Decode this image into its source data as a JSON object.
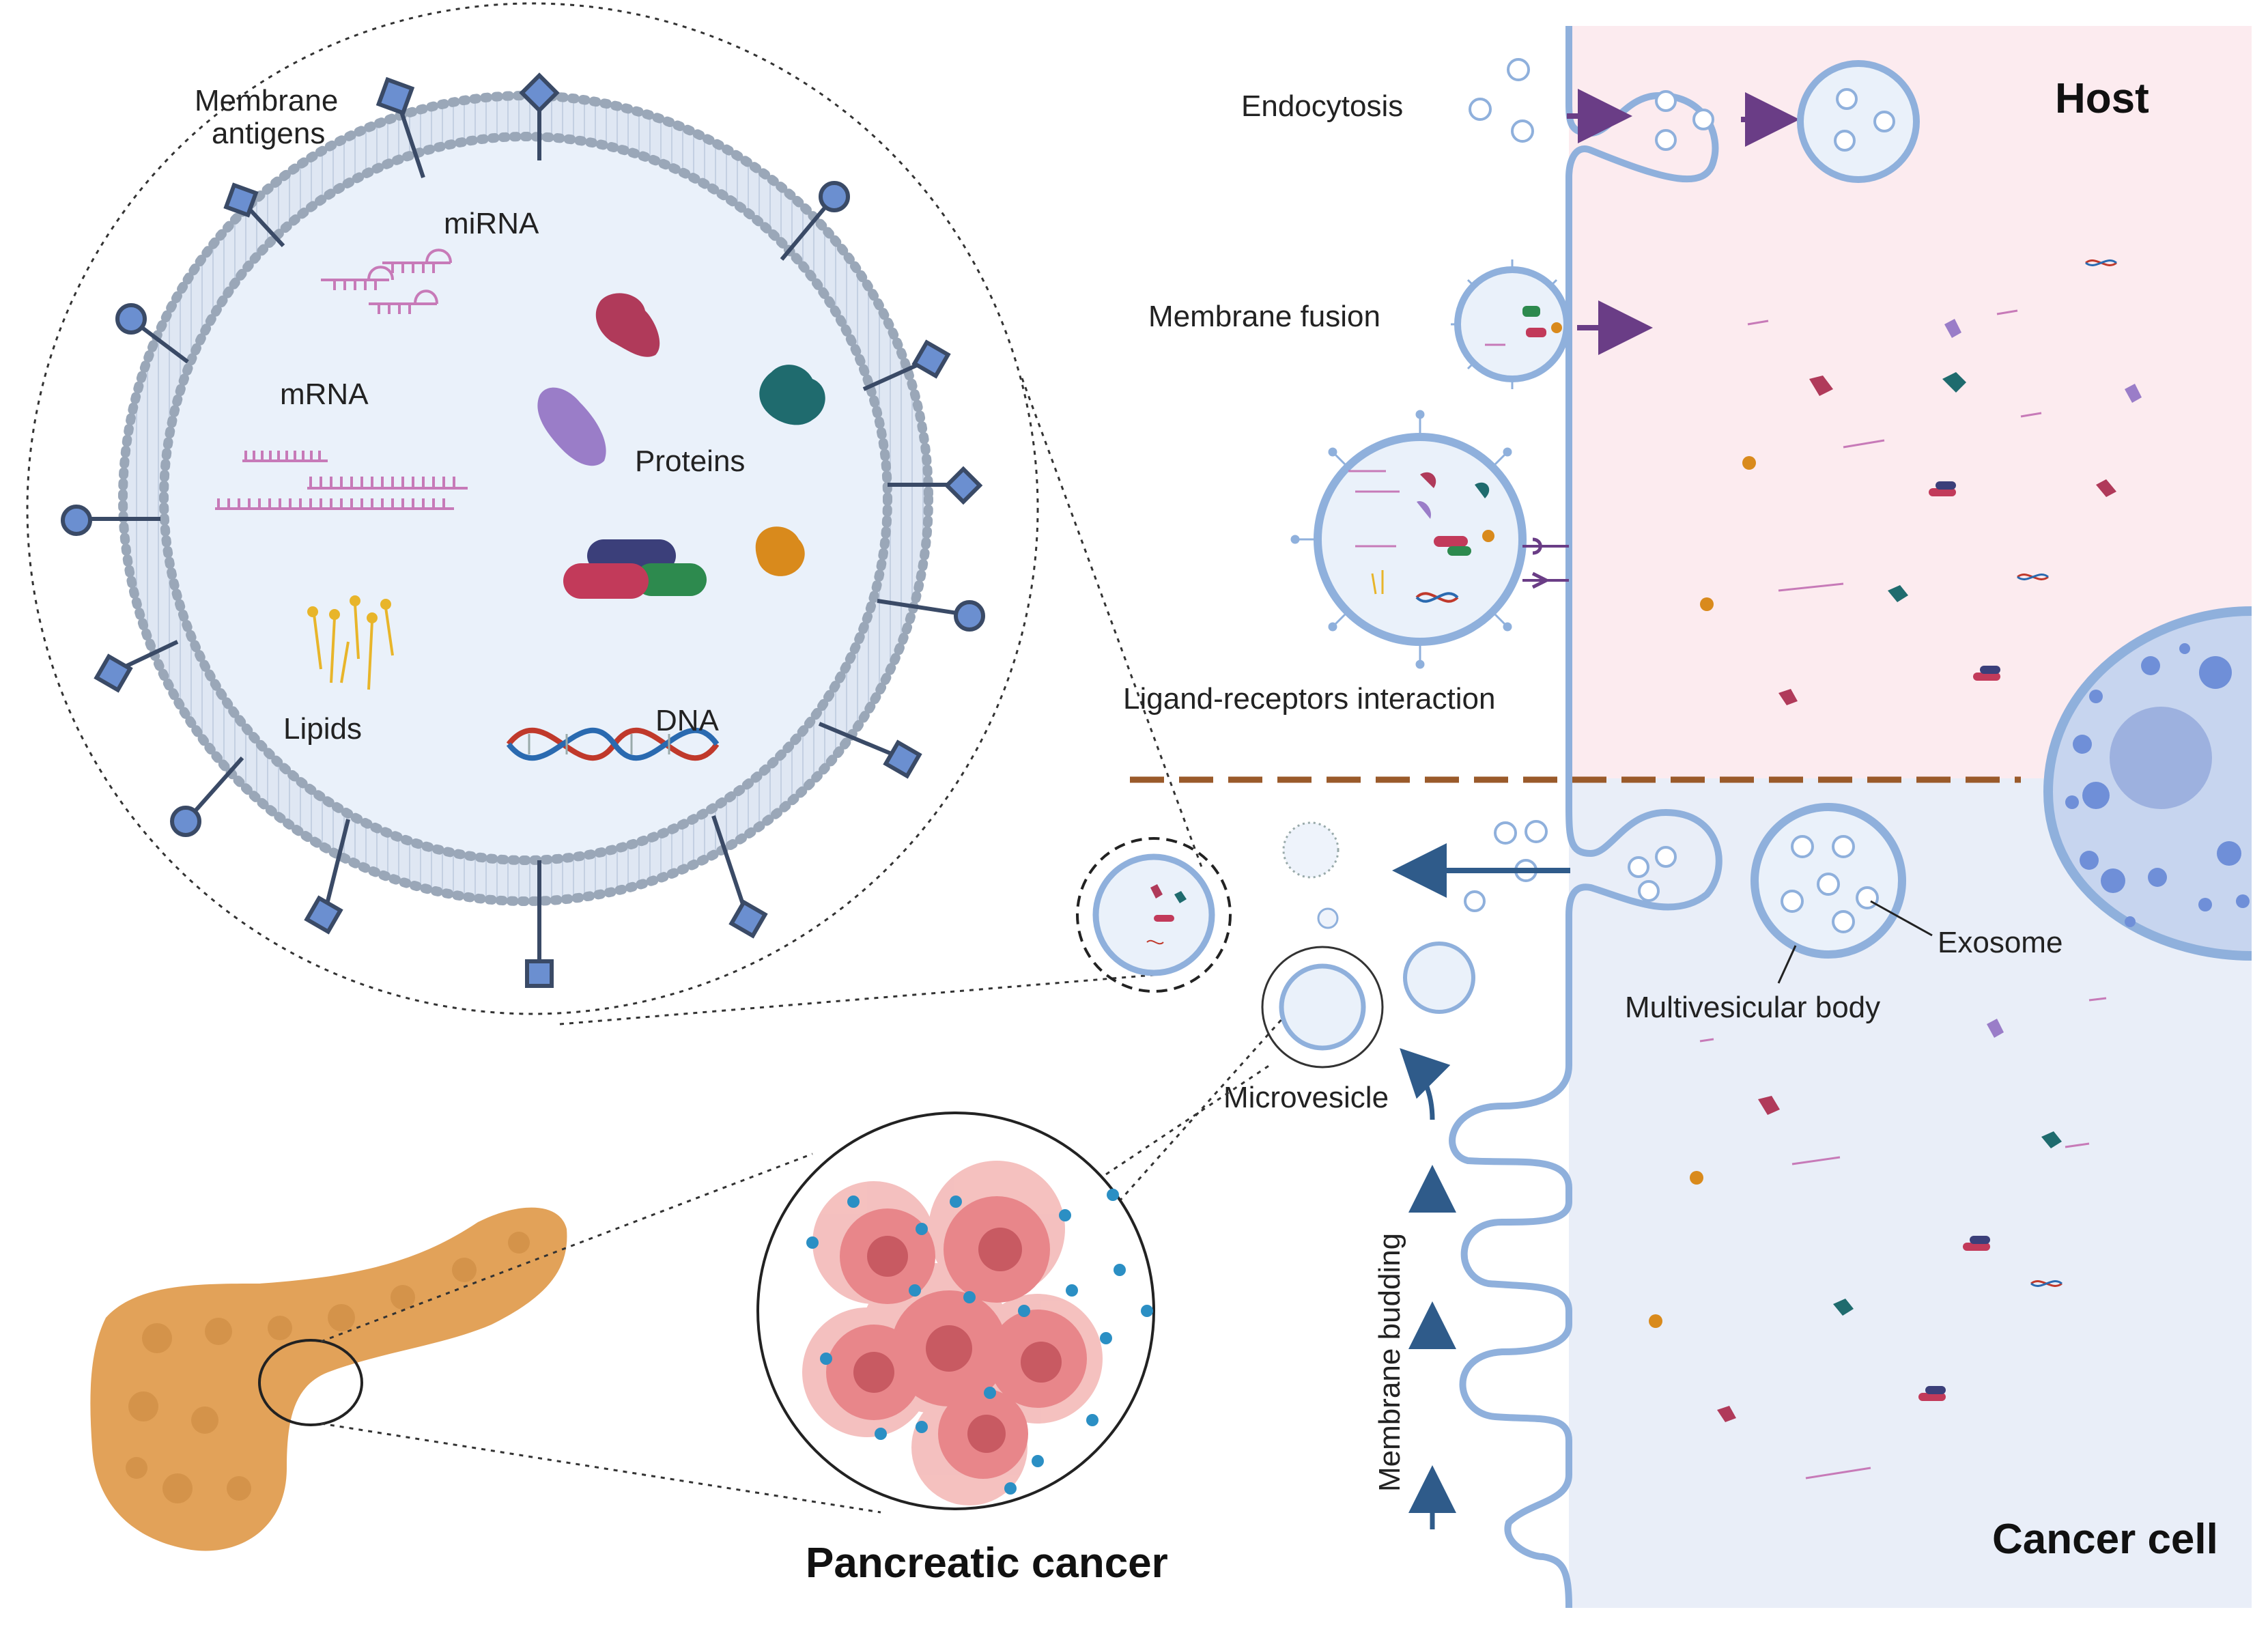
{
  "labels": {
    "host": "Host",
    "cancer_cell": "Cancer cell",
    "pancreatic_cancer": "Pancreatic cancer",
    "endocytosis": "Endocytosis",
    "membrane_fusion": "Membrane fusion",
    "ligand_receptors": "Ligand-receptors interaction",
    "exosome": "Exosome",
    "multivesicular_body": "Multivesicular body",
    "microvesicle": "Microvesicle",
    "membrane_budding": "Membrane budding",
    "membrane_antigens_1": "Membrane",
    "membrane_antigens_2": "antigens",
    "mirna": "miRNA",
    "mrna": "mRNA",
    "proteins": "Proteins",
    "lipids": "Lipids",
    "dna": "DNA"
  },
  "colors": {
    "host_bg": "#fcebef",
    "cancer_bg": "#e9eef8",
    "membrane": "#8fb0dc",
    "membrane_dark": "#6f90c4",
    "vesicle_fill": "#eef3fb",
    "arrow_purple": "#6a3d86",
    "arrow_blue": "#2f5b8a",
    "divider": "#9a5a2a",
    "pancreas": "#e2a259",
    "tumor": "#e8868a",
    "dot_blue": "#2b8fc4"
  }
}
